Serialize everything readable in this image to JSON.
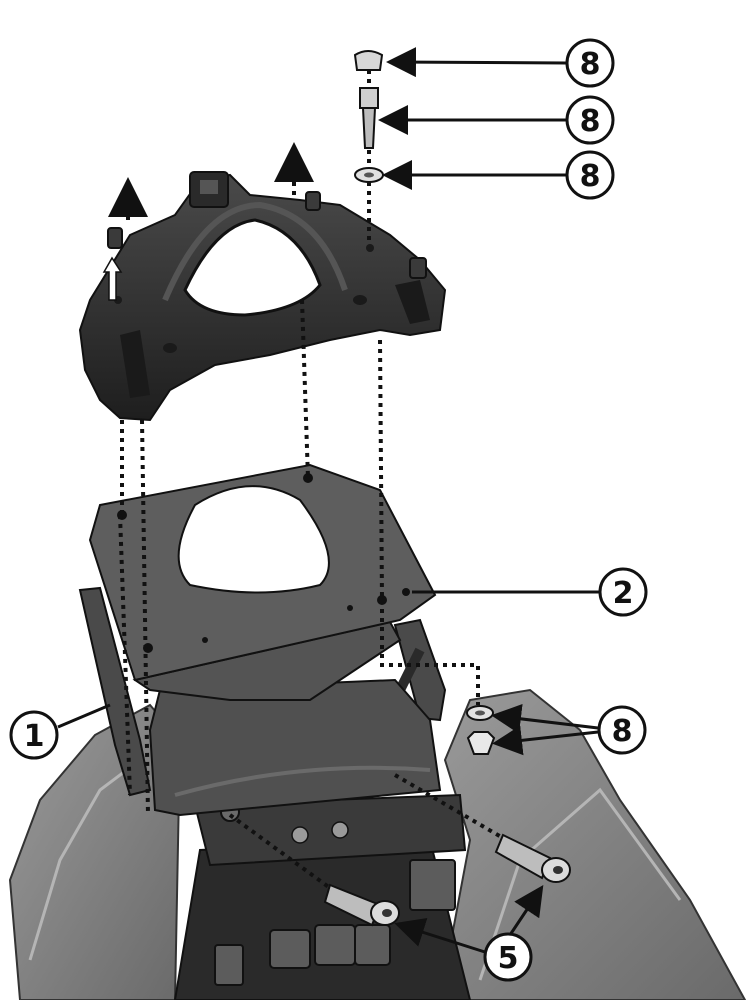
{
  "callouts": {
    "c8_top": "8",
    "c8_mid": "8",
    "c8_low": "8",
    "c2": "2",
    "c1": "1",
    "c8_nuts": "8",
    "c5": "5"
  },
  "colors": {
    "line": "#111111",
    "plate_top": "#5e5e5e",
    "plate_side": "#3c3c3c",
    "rack": "#2a2a2a",
    "bike_body": "#8a8a8a",
    "bike_dark": "#232323",
    "background": "#ffffff"
  }
}
